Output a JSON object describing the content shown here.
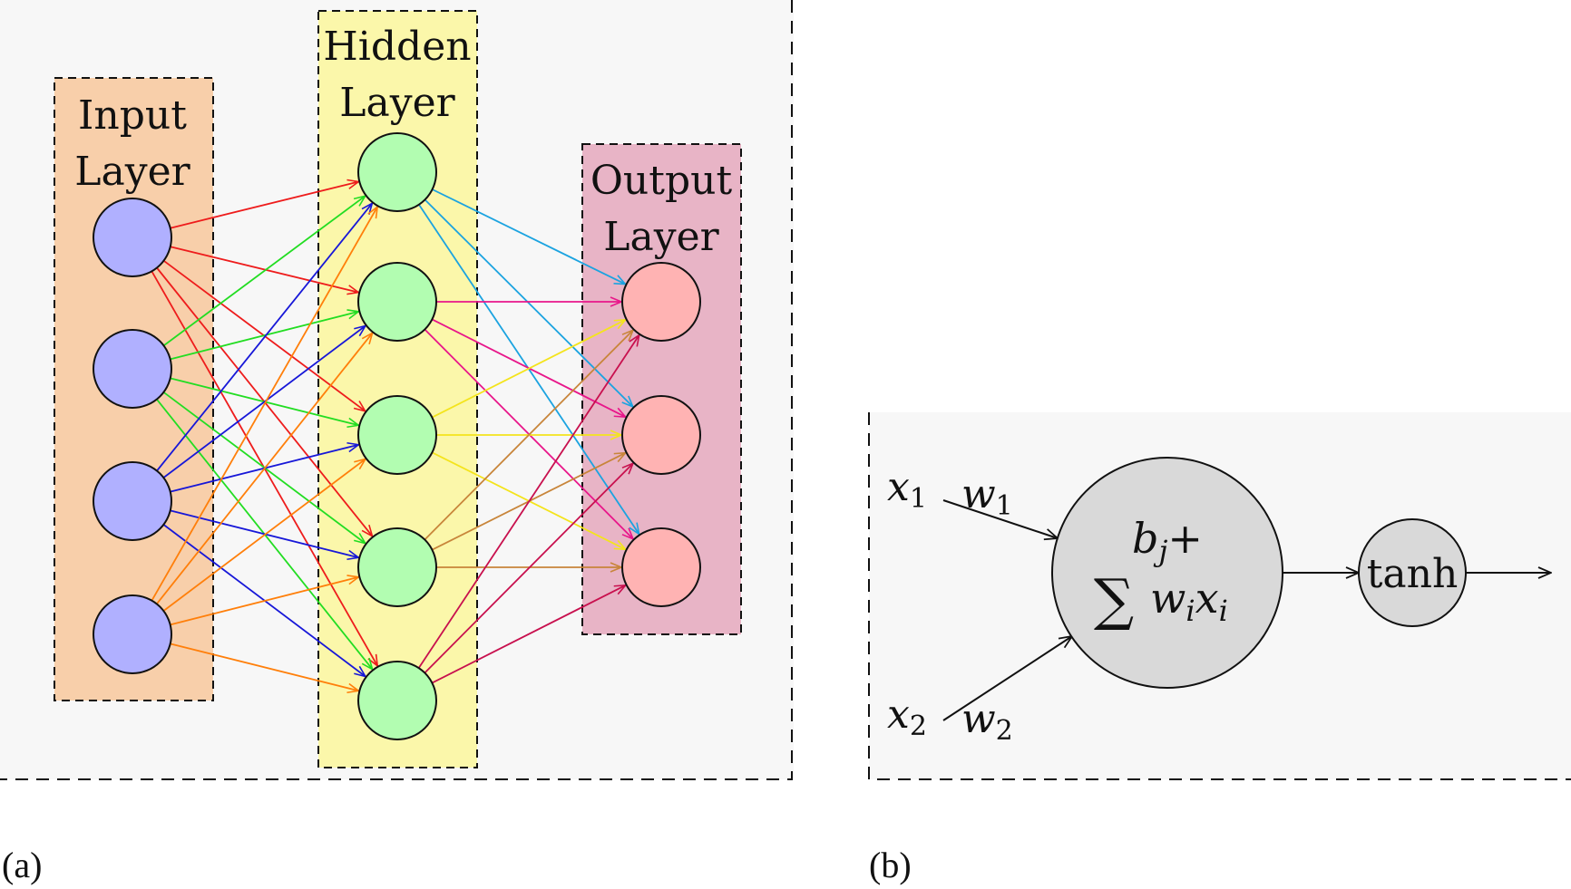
{
  "network": {
    "input_label": [
      "Input",
      "Layer"
    ],
    "hidden_label": [
      "Hidden",
      "Layer"
    ],
    "output_label": [
      "Output",
      "Layer"
    ],
    "input_count": 4,
    "hidden_count": 5,
    "output_count": 3,
    "colors": {
      "input_region": "#f8cfaa",
      "hidden_region": "#fbf7aa",
      "output_region": "#e8b4c6",
      "input_node": "#b0b0ff",
      "hidden_node": "#b2fdb1",
      "output_node": "#ffb3b3",
      "input_edges": [
        "#ee1c1c",
        "#22dd22",
        "#1717d8",
        "#ff7f0a"
      ],
      "hidden_edges": [
        "#1ba3e0",
        "#e8168a",
        "#f4e41c",
        "#c8853a",
        "#c8104e"
      ]
    }
  },
  "neuron": {
    "x1": "x",
    "x1_sub": "1",
    "w1": "w",
    "w1_sub": "1",
    "x2": "x",
    "x2_sub": "2",
    "w2": "w",
    "w2_sub": "2",
    "bias": "b",
    "bias_sub": "j",
    "bias_plus": "+",
    "sum_symbol": "∑",
    "sum_w": "w",
    "sum_w_sub": "i",
    "sum_x": "x",
    "sum_x_sub": "i",
    "activation": "tanh",
    "node_fill": "#d9d9d9"
  },
  "panel_labels": {
    "a": "(a)",
    "b": "(b)"
  }
}
